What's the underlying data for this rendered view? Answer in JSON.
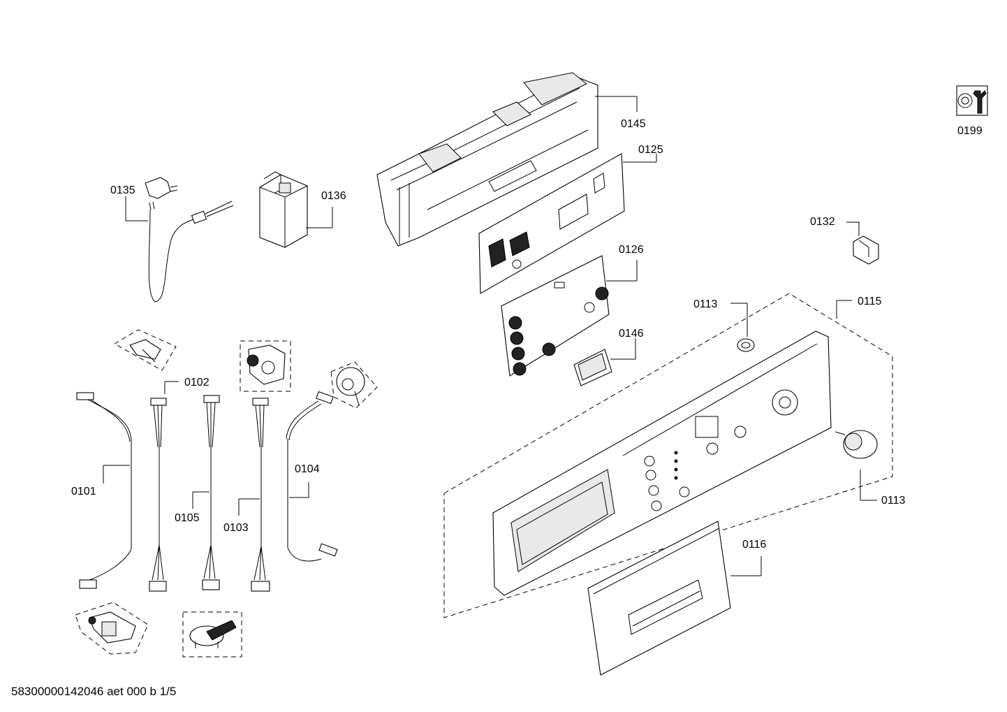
{
  "document": {
    "footer_text": "58300000142046 aet 000 b 1/5"
  },
  "tool_icon": {
    "icon": "wrench-icon",
    "label": "0199"
  },
  "labels": {
    "p0101": "0101",
    "p0102": "0102",
    "p0103": "0103",
    "p0104": "0104",
    "p0105": "0105",
    "p0113_knob": "0113",
    "p0113_small": "0113",
    "p0115": "0115",
    "p0116": "0116",
    "p0125": "0125",
    "p0126": "0126",
    "p0132": "0132",
    "p0135": "0135",
    "p0136": "0136",
    "p0145": "0145",
    "p0146": "0146"
  },
  "colors": {
    "line": "#000000",
    "background": "#ffffff",
    "part_fill": "#e9e9e9"
  }
}
